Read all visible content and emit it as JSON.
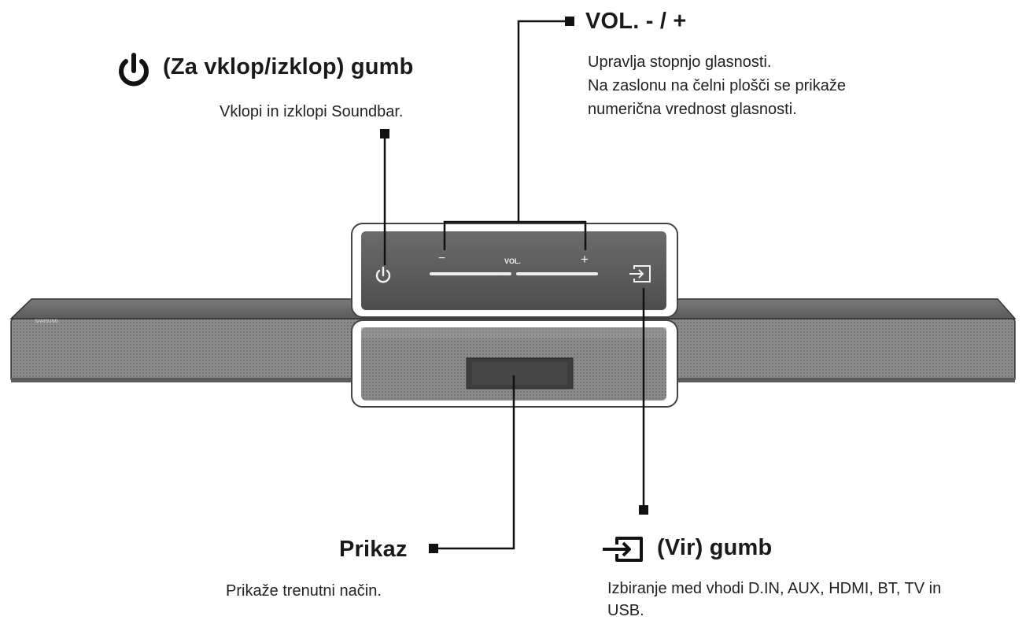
{
  "power": {
    "title": "(Za vklop/izklop) gumb",
    "description": "Vklopi in izklopi Soundbar.",
    "icon": "power-icon"
  },
  "volume": {
    "title": "VOL. - / +",
    "description_lines": [
      "Upravlja stopnjo glasnosti.",
      "Na zaslonu na čelni plošči se prikaže",
      "numerična vrednost glasnosti."
    ]
  },
  "display": {
    "title": "Prikaz",
    "description": "Prikaže trenutni način."
  },
  "source": {
    "title": "(Vir) gumb",
    "description_lines": [
      "Izbiranje med vhodi D.IN, AUX, HDMI, BT, TV in",
      "USB."
    ],
    "icon": "source-input-icon"
  },
  "device": {
    "brand_label": "SAMSUNG",
    "panel_vol_label": "VOL.",
    "minus_label": "−",
    "plus_label": "+"
  }
}
